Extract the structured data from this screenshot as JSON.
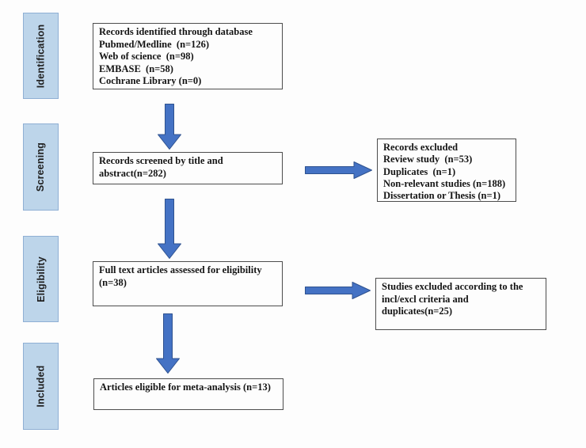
{
  "colors": {
    "arrow_fill": "#4472C4",
    "arrow_stroke": "#2F528F",
    "stage_fill": "#BDD5EA",
    "stage_border": "#8FAFD4"
  },
  "stages": [
    {
      "label": "Identification"
    },
    {
      "label": "Screening"
    },
    {
      "label": "Eligibility"
    },
    {
      "label": "Included"
    }
  ],
  "boxes": {
    "identified": {
      "lines": [
        "Records identified through database",
        "Pubmed/Medline  (n=126)",
        "Web of science  (n=98)",
        "EMBASE  (n=58)",
        "Cochrane Library (n=0)"
      ]
    },
    "screened": {
      "text": "Records screened by title and abstract(n=282)"
    },
    "fulltext": {
      "text": "Full text articles assessed for eligibility (n=38)"
    },
    "included": {
      "text": "Articles eligible for meta-analysis (n=13)"
    },
    "records_excluded": {
      "lines": [
        "Records excluded",
        "Review study  (n=53)",
        "Duplicates  (n=1)",
        "Non-relevant studies (n=188)",
        "Dissertation or Thesis (n=1)"
      ]
    },
    "studies_excluded": {
      "lines": [
        "Studies excluded according to the",
        "incl/excl criteria and duplicates(n=25)"
      ]
    }
  }
}
